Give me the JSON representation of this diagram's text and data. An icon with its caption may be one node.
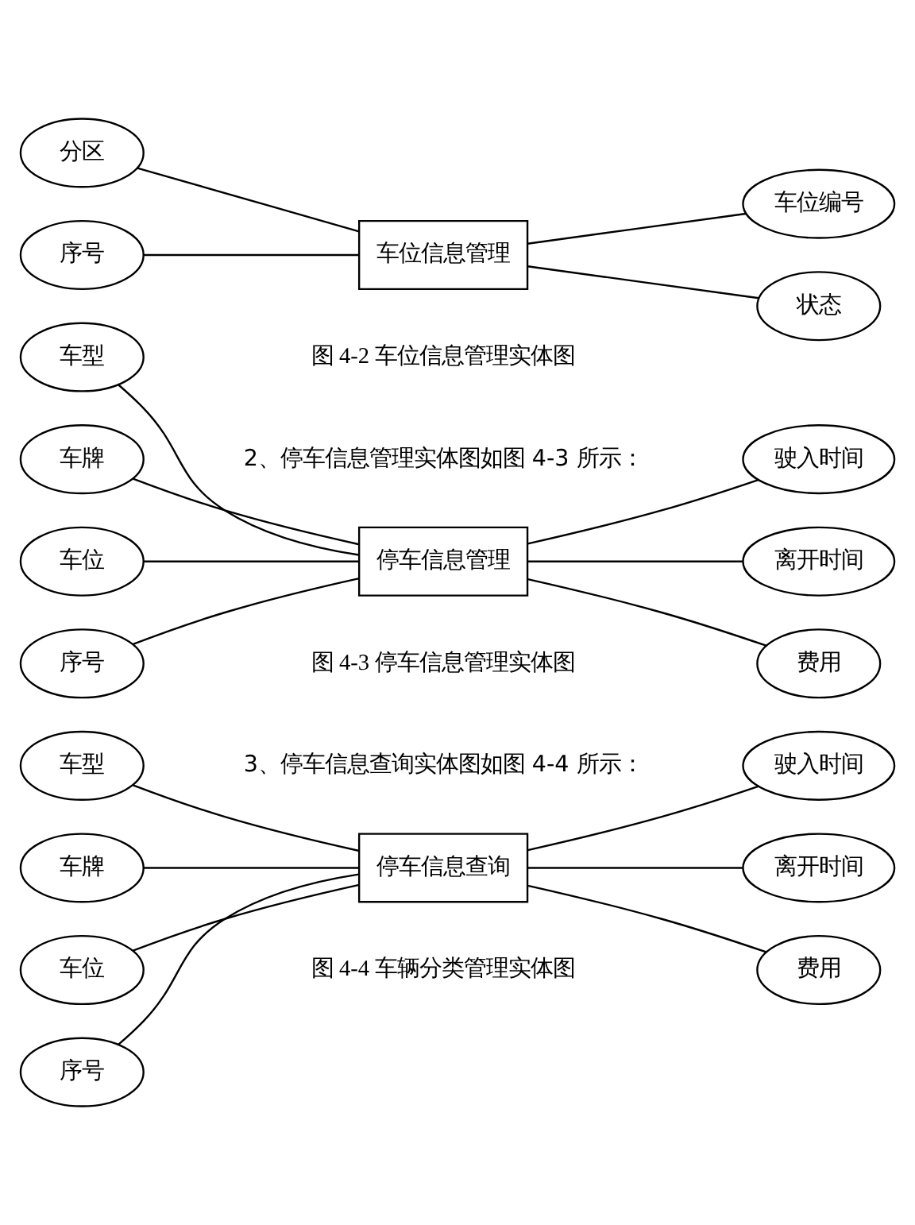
{
  "diagram": {
    "nodes": [
      {
        "text": [
          "分区"
        ]
      },
      {
        "text": [
          "车位编号"
        ]
      },
      {
        "text": [
          "车位信息管理"
        ]
      },
      {
        "text": [
          "序号"
        ]
      },
      {
        "text": [
          "状态"
        ]
      },
      {
        "text": [
          "车型"
        ]
      },
      {
        "text": [
          "车牌"
        ]
      },
      {
        "text": [
          "驶入时间"
        ]
      },
      {
        "text": [
          "车位"
        ]
      },
      {
        "text": [
          "离开时间"
        ]
      },
      {
        "text": [
          "停车信息管理"
        ]
      },
      {
        "text": [
          "序号"
        ]
      },
      {
        "text": [
          "费用"
        ]
      },
      {
        "text": [
          "车型"
        ]
      },
      {
        "text": [
          "车牌"
        ]
      },
      {
        "text": [
          "驶入时间"
        ]
      },
      {
        "text": [
          "车位"
        ]
      },
      {
        "text": [
          "离开时间"
        ]
      },
      {
        "text": [
          "停车信息查询"
        ]
      },
      {
        "text": [
          "序号"
        ]
      },
      {
        "text": [
          "费用"
        ]
      }
    ],
    "edges": [
      {
        "from": 0,
        "to": 2,
        "arrow": "none"
      },
      {
        "from": 3,
        "to": 2,
        "arrow": "none"
      },
      {
        "from": 2,
        "to": 1,
        "arrow": "none"
      },
      {
        "from": 2,
        "to": 4,
        "arrow": "none"
      },
      {
        "from": 5,
        "to": 10,
        "arrow": "none"
      },
      {
        "from": 6,
        "to": 10,
        "arrow": "none"
      },
      {
        "from": 8,
        "to": 10,
        "arrow": "none"
      },
      {
        "from": 11,
        "to": 10,
        "arrow": "none"
      },
      {
        "from": 10,
        "to": 7,
        "arrow": "none"
      },
      {
        "from": 10,
        "to": 9,
        "arrow": "none"
      },
      {
        "from": 10,
        "to": 12,
        "arrow": "none"
      },
      {
        "from": 13,
        "to": 18,
        "arrow": "none"
      },
      {
        "from": 14,
        "to": 18,
        "arrow": "none"
      },
      {
        "from": 16,
        "to": 18,
        "arrow": "none"
      },
      {
        "from": 19,
        "to": 18,
        "arrow": "none"
      },
      {
        "from": 18,
        "to": 15,
        "arrow": "none"
      },
      {
        "from": 18,
        "to": 17,
        "arrow": "none"
      },
      {
        "from": 18,
        "to": 20,
        "arrow": "none"
      }
    ],
    "labels": [
      "图 4-2 车位信息管理实体图",
      "2、停车信息管理实体图如图 4-3 所示：",
      "图 4-3 停车信息管理实体图",
      "3、停车信息查询实体图如图 4-4 所示：",
      "图 4-4 车辆分类管理实体图"
    ]
  }
}
